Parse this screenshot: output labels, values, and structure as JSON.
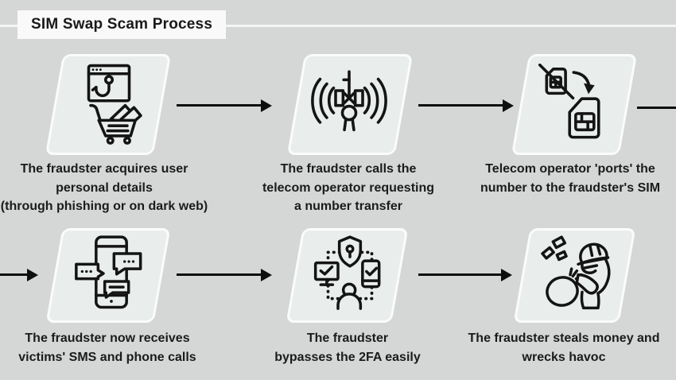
{
  "title": "SIM Swap Scam Process",
  "colors": {
    "background": "#d5d6d6",
    "box_fill": "#e9edec",
    "box_border": "#fbfbfb",
    "text": "#1b1b1b",
    "arrow": "#0e0e0e",
    "title_background": "#f9f9f9"
  },
  "steps": [
    {
      "icon": "phishing-shopping-cart-icon",
      "caption": "The fraudster acquires user\npersonal details\n(through phishing or on dark web)"
    },
    {
      "icon": "cell-tower-icon",
      "caption": "The fraudster calls the\ntelecom operator requesting\na number transfer"
    },
    {
      "icon": "sim-swap-icon",
      "caption": "Telecom operator 'ports' the\nnumber to the fraudster's SIM"
    },
    {
      "icon": "phone-sms-icon",
      "caption": "The fraudster now receives\nvictims' SMS and phone calls"
    },
    {
      "icon": "2fa-bypass-icon",
      "caption": "The fraudster\nbypasses the 2FA easily"
    },
    {
      "icon": "thief-money-bag-icon",
      "caption": "The fraudster steals money and\nwrecks havoc"
    }
  ]
}
